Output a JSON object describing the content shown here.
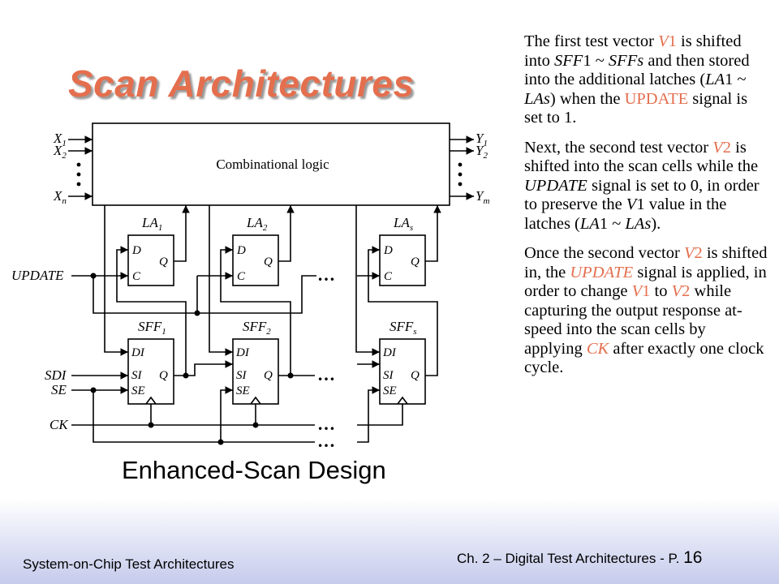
{
  "title": "Scan Architectures",
  "caption": "Enhanced-Scan Design",
  "paragraphs": [
    [
      {
        "t": "The first test vector "
      },
      {
        "t": "V",
        "c": "it hl"
      },
      {
        "t": "1",
        "c": "hl"
      },
      {
        "t": " is shifted into "
      },
      {
        "t": "SFF",
        "c": "it"
      },
      {
        "t": "1 ~ "
      },
      {
        "t": "SFFs",
        "c": "it"
      },
      {
        "t": " and then stored into the additional latches ("
      },
      {
        "t": "LA",
        "c": "it"
      },
      {
        "t": "1 ~ "
      },
      {
        "t": "LAs",
        "c": "it"
      },
      {
        "t": ") when the "
      },
      {
        "t": "UPDATE",
        "c": "hl"
      },
      {
        "t": " signal is set to 1."
      }
    ],
    [
      {
        "t": "Next, the second test vector "
      },
      {
        "t": "V",
        "c": "it hl"
      },
      {
        "t": "2",
        "c": "hl"
      },
      {
        "t": " is shifted into the scan cells while the "
      },
      {
        "t": "UPDATE",
        "c": "it"
      },
      {
        "t": " signal is set to 0, in order to preserve the "
      },
      {
        "t": "V",
        "c": "it"
      },
      {
        "t": "1 value in the latches ("
      },
      {
        "t": "LA",
        "c": "it"
      },
      {
        "t": "1 ~ "
      },
      {
        "t": "LAs",
        "c": "it"
      },
      {
        "t": ")."
      }
    ],
    [
      {
        "t": "Once the second vector "
      },
      {
        "t": "V",
        "c": "it hl"
      },
      {
        "t": "2",
        "c": "hl"
      },
      {
        "t": " is shifted in, the "
      },
      {
        "t": "UPDATE",
        "c": "it hl"
      },
      {
        "t": " signal is applied, in order to change "
      },
      {
        "t": "V",
        "c": "it hl"
      },
      {
        "t": "1",
        "c": "hl"
      },
      {
        "t": " to "
      },
      {
        "t": "V",
        "c": "it hl"
      },
      {
        "t": "2",
        "c": "hl"
      },
      {
        "t": " while capturing the output response at-speed into the scan cells by applying "
      },
      {
        "t": "CK",
        "c": "it hl"
      },
      {
        "t": " after exactly one clock cycle."
      }
    ]
  ],
  "diagram": {
    "comb_logic": "Combinational logic",
    "inputs": [
      {
        "base": "X",
        "sub": "1"
      },
      {
        "base": "X",
        "sub": "2"
      },
      {
        "base": "X",
        "sub": "n"
      }
    ],
    "outputs": [
      {
        "base": "Y",
        "sub": "1"
      },
      {
        "base": "Y",
        "sub": "2"
      },
      {
        "base": "Y",
        "sub": "m"
      }
    ],
    "latches": [
      {
        "base": "LA",
        "sub": "1"
      },
      {
        "base": "LA",
        "sub": "2"
      },
      {
        "base": "LA",
        "sub": "s"
      }
    ],
    "scan_cells": [
      {
        "base": "SFF",
        "sub": "1"
      },
      {
        "base": "SFF",
        "sub": "2"
      },
      {
        "base": "SFF",
        "sub": "s"
      }
    ],
    "latch_pins": {
      "d": "D",
      "c": "C",
      "q": "Q"
    },
    "scan_pins": {
      "di": "DI",
      "si": "SI",
      "se": "SE",
      "q": "Q"
    },
    "signals": {
      "update": "UPDATE",
      "sdi": "SDI",
      "se": "SE",
      "ck": "CK"
    },
    "ellipsis": "…"
  },
  "footer": {
    "left": "System-on-Chip Test Architectures",
    "right": "Ch. 2 – Digital Test Architectures - P.",
    "page": "16"
  }
}
